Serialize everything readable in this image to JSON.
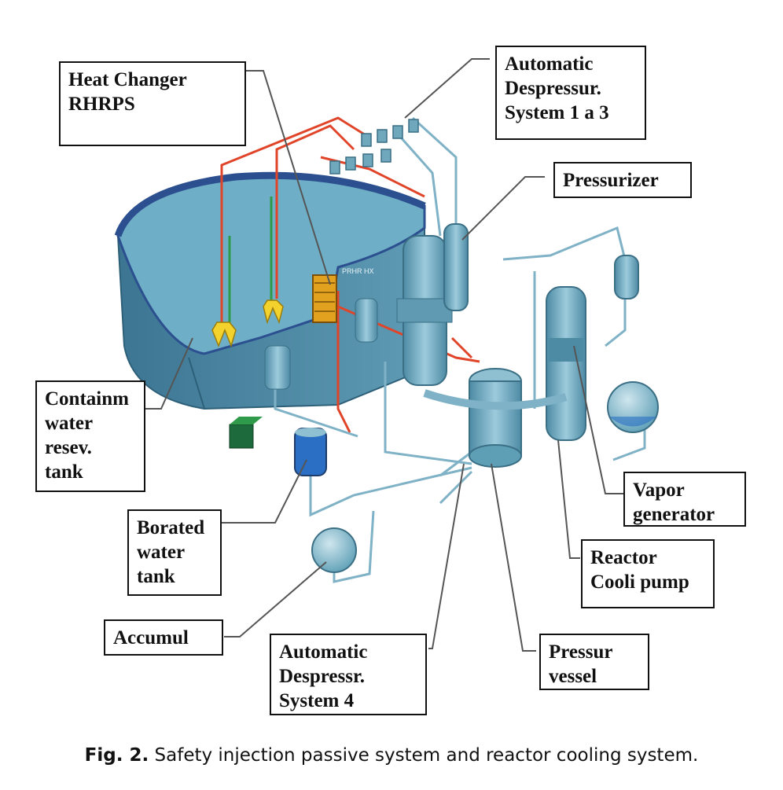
{
  "labels": {
    "heat_changer": "Heat Changer\nRHRPS",
    "ads_1_3": "Automatic\nDespressur.\nSystem 1 a 3",
    "pressurizer": "Pressurizer",
    "containment_tank": "Containm\nwater\nresev.\ntank",
    "vapor_generator": "Vapor\ngenerator",
    "borated_tank": "Borated\nwater\ntank",
    "reactor_cooling_pump": "Reactor\nCooli pump",
    "accumulator": "Accumul",
    "ads_4": "Automatic\nDespressr.\nSystem 4",
    "pressure_vessel": "Pressur\nvessel"
  },
  "diagram_text": {
    "rhrhx": "PRHR HX"
  },
  "caption": {
    "fig": "Fig. 2.",
    "text": "Safety injection passive system and reactor cooling system."
  },
  "colors": {
    "tank_water": "#5f9fb8",
    "tank_wall": "#3f7a96",
    "tank_rim": "#2c4f8f",
    "pipe_red": "#e0452a",
    "pipe_green": "#2f9a4a",
    "pipe_steel": "#7fb2c6",
    "equipment": "#6fa7bd",
    "heat_exchanger": "#e2a21f",
    "valve_yellow": "#f3d22e",
    "accent_blue": "#2a6fc4"
  }
}
